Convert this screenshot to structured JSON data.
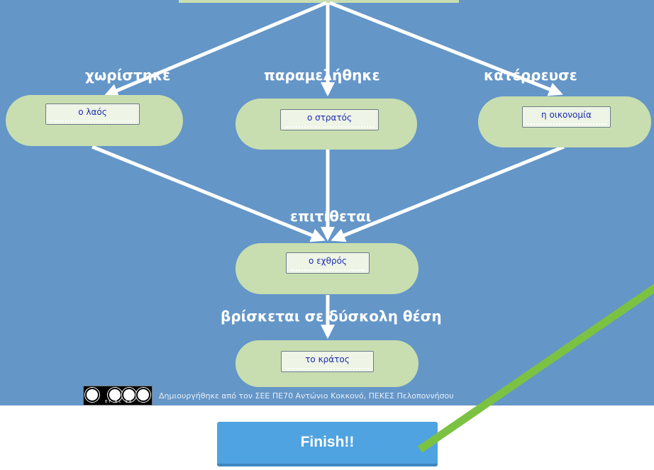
{
  "diagram": {
    "edge_labels": {
      "left": "χωρίστηκε",
      "middle": "παραμελήθηκε",
      "right": "κατέρρευσε",
      "merge": "επιτίθεται",
      "bottom": "βρίσκεται σε δύσκολη θέση"
    },
    "nodes": {
      "left": "ο λαός",
      "middle": "ο στρατός",
      "right": "η οικονομία",
      "enemy": "ο εχθρός",
      "state": "το κράτος"
    }
  },
  "license": {
    "badge_tags": "BY NC SA",
    "credit_text": "Δημιουργήθηκε από τον ΣΕΕ ΠΕ70 Αντώνιο Κοκκονό, ΠΕΚΕΣ Πελοποννήσου"
  },
  "finish_label": "Finish!!",
  "colors": {
    "background": "#6496c8",
    "node_fill": "#c8deb0",
    "field_text": "#1c2bb0",
    "button": "#4fa3e0",
    "pointer_arrow": "#7cc242"
  }
}
